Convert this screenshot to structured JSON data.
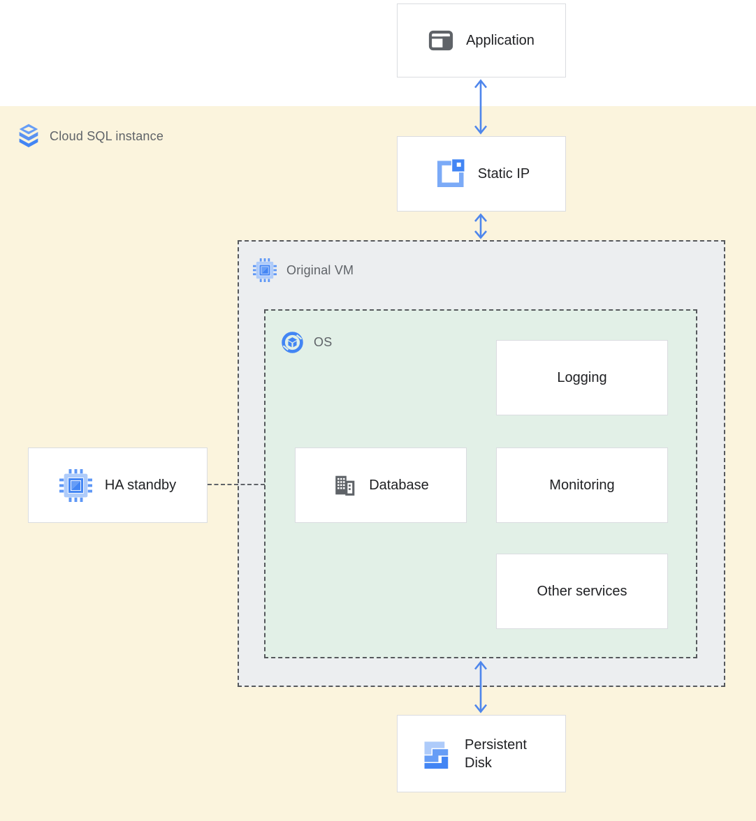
{
  "diagram": {
    "region_label": "Cloud SQL instance",
    "nodes": {
      "application": "Application",
      "static_ip": "Static IP",
      "original_vm": "Original VM",
      "os": "OS",
      "logging": "Logging",
      "database": "Database",
      "monitoring": "Monitoring",
      "other_services": "Other services",
      "ha_standby": "HA standby",
      "persistent_disk": "Persistent Disk"
    },
    "icons": {
      "cloud_sql": "cloud-sql-icon",
      "application": "application-window-icon",
      "static_ip": "static-ip-icon",
      "original_vm": "compute-engine-icon",
      "os": "os-image-icon",
      "database": "database-building-icon",
      "ha_standby": "compute-engine-icon",
      "persistent_disk": "persistent-disk-icon"
    },
    "colors": {
      "region_bg": "#FBF4DD",
      "vm_bg": "#ECEEF0",
      "os_bg": "#E2F0E7",
      "node_border": "#DADCE0",
      "dashed_border": "#55585C",
      "arrow_blue": "#4E86EC",
      "icon_blue": "#4285F4",
      "icon_blue_mid": "#669DF6",
      "icon_blue_light": "#AECBFA",
      "icon_gray": "#5F6368",
      "node_text": "#202124",
      "container_label_text": "#5F6368"
    }
  }
}
